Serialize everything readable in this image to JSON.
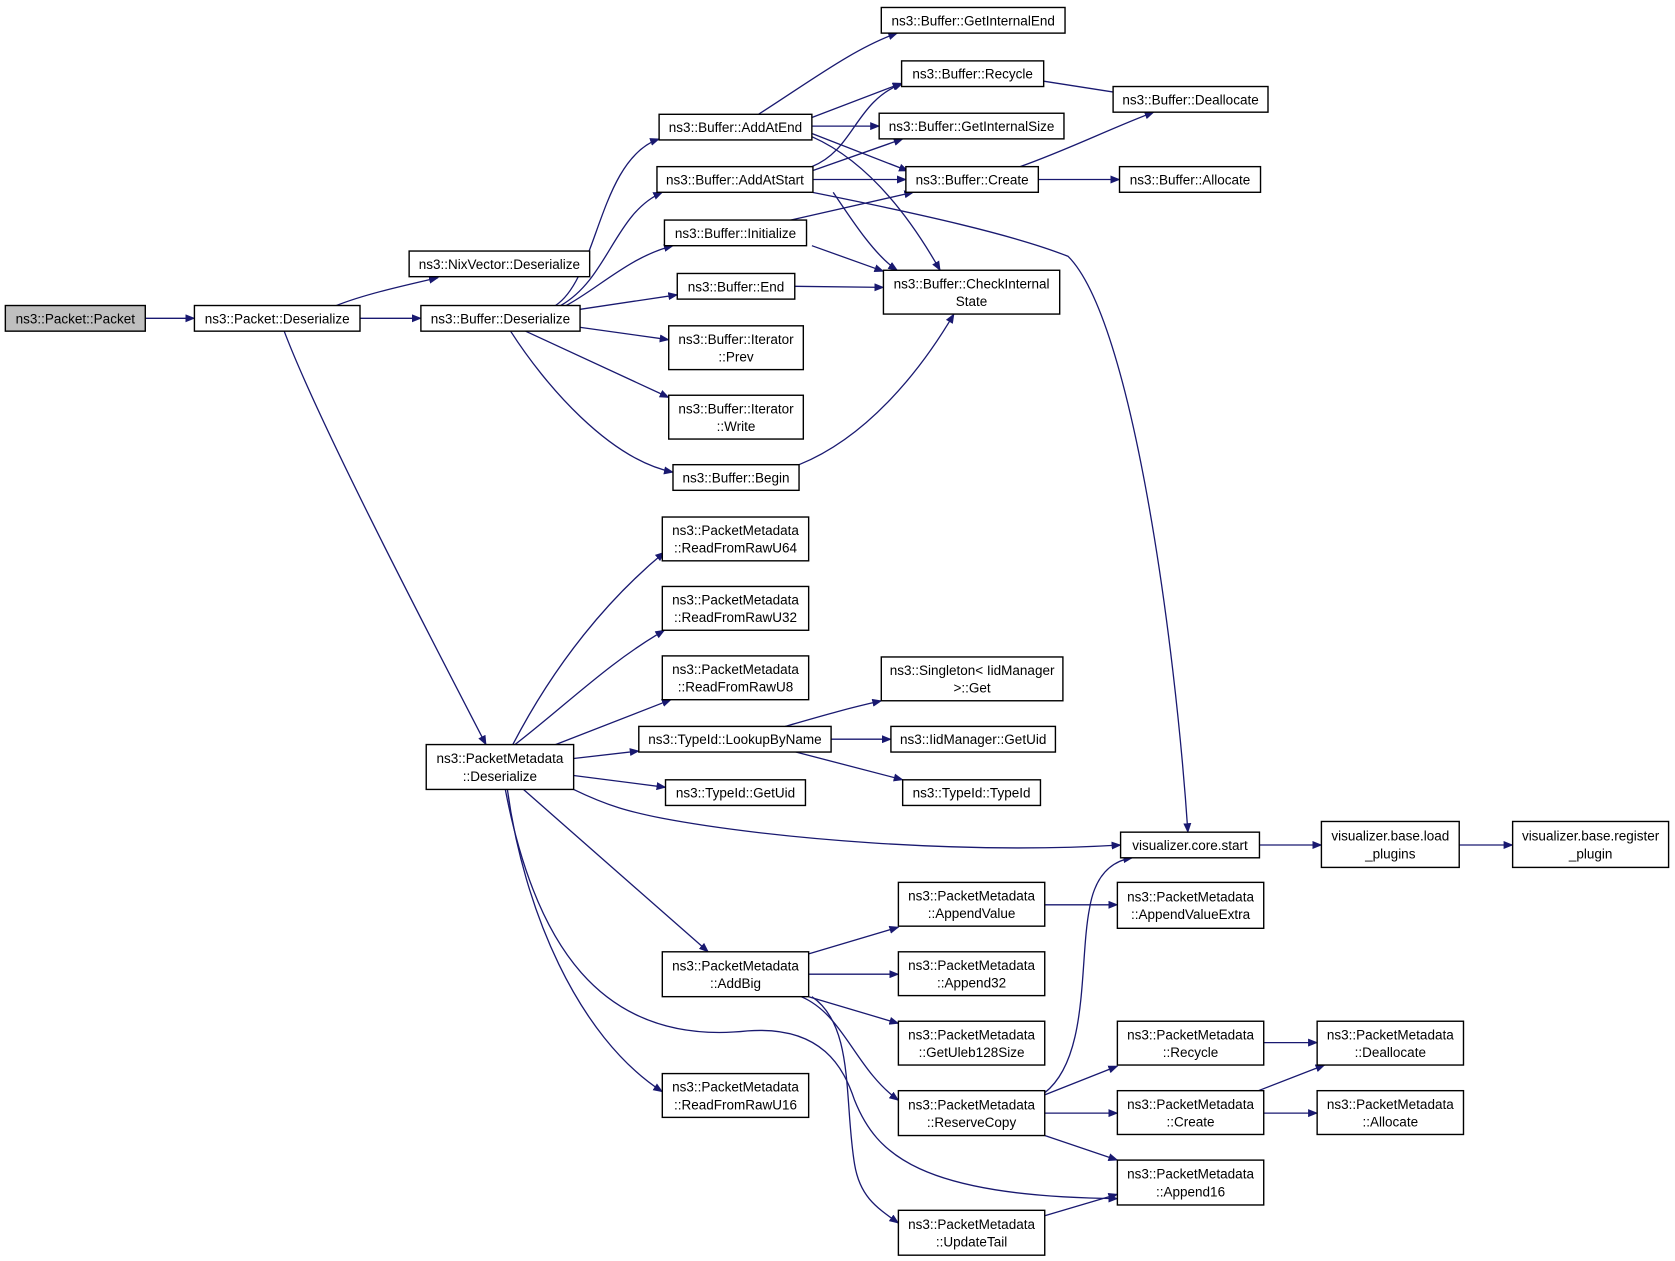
{
  "diagram": {
    "colors": {
      "edge": "#191970",
      "node_border": "#000000",
      "node_fill": "#ffffff",
      "root_fill": "#bfbfbf"
    },
    "nodes": [
      {
        "id": "packet",
        "lines": [
          "ns3::Packet::Packet"
        ],
        "root": true
      },
      {
        "id": "pkt_deser",
        "lines": [
          "ns3::Packet::Deserialize"
        ]
      },
      {
        "id": "nix_deser",
        "lines": [
          "ns3::NixVector::Deserialize"
        ]
      },
      {
        "id": "buf_deser",
        "lines": [
          "ns3::Buffer::Deserialize"
        ]
      },
      {
        "id": "buf_addatend",
        "lines": [
          "ns3::Buffer::AddAtEnd"
        ]
      },
      {
        "id": "buf_addatstart",
        "lines": [
          "ns3::Buffer::AddAtStart"
        ]
      },
      {
        "id": "buf_init",
        "lines": [
          "ns3::Buffer::Initialize"
        ]
      },
      {
        "id": "buf_end",
        "lines": [
          "ns3::Buffer::End"
        ]
      },
      {
        "id": "it_prev",
        "lines": [
          "ns3::Buffer::Iterator",
          "::Prev"
        ]
      },
      {
        "id": "it_write",
        "lines": [
          "ns3::Buffer::Iterator",
          "::Write"
        ]
      },
      {
        "id": "buf_begin",
        "lines": [
          "ns3::Buffer::Begin"
        ]
      },
      {
        "id": "buf_getintend",
        "lines": [
          "ns3::Buffer::GetInternalEnd"
        ]
      },
      {
        "id": "buf_recycle",
        "lines": [
          "ns3::Buffer::Recycle"
        ]
      },
      {
        "id": "buf_getintsize",
        "lines": [
          "ns3::Buffer::GetInternalSize"
        ]
      },
      {
        "id": "buf_create",
        "lines": [
          "ns3::Buffer::Create"
        ]
      },
      {
        "id": "buf_checkint",
        "lines": [
          "ns3::Buffer::CheckInternal",
          "State"
        ]
      },
      {
        "id": "buf_dealloc",
        "lines": [
          "ns3::Buffer::Deallocate"
        ]
      },
      {
        "id": "buf_alloc",
        "lines": [
          "ns3::Buffer::Allocate"
        ]
      },
      {
        "id": "pm_deser",
        "lines": [
          "ns3::PacketMetadata",
          "::Deserialize"
        ]
      },
      {
        "id": "pm_rr64",
        "lines": [
          "ns3::PacketMetadata",
          "::ReadFromRawU64"
        ]
      },
      {
        "id": "pm_rr32",
        "lines": [
          "ns3::PacketMetadata",
          "::ReadFromRawU32"
        ]
      },
      {
        "id": "pm_rr8",
        "lines": [
          "ns3::PacketMetadata",
          "::ReadFromRawU8"
        ]
      },
      {
        "id": "tid_lookup",
        "lines": [
          "ns3::TypeId::LookupByName"
        ]
      },
      {
        "id": "tid_getuid",
        "lines": [
          "ns3::TypeId::GetUid"
        ]
      },
      {
        "id": "singleton_get",
        "lines": [
          "ns3::Singleton< IidManager",
          ">::Get"
        ]
      },
      {
        "id": "iid_getuid",
        "lines": [
          "ns3::IidManager::GetUid"
        ]
      },
      {
        "id": "tid_typeid",
        "lines": [
          "ns3::TypeId::TypeId"
        ]
      },
      {
        "id": "vis_start",
        "lines": [
          "visualizer.core.start"
        ]
      },
      {
        "id": "vis_load",
        "lines": [
          "visualizer.base.load",
          "_plugins"
        ]
      },
      {
        "id": "vis_register",
        "lines": [
          "visualizer.base.register",
          "_plugin"
        ]
      },
      {
        "id": "pm_appendvalue",
        "lines": [
          "ns3::PacketMetadata",
          "::AppendValue"
        ]
      },
      {
        "id": "pm_appendvalueextra",
        "lines": [
          "ns3::PacketMetadata",
          "::AppendValueExtra"
        ]
      },
      {
        "id": "pm_addbig",
        "lines": [
          "ns3::PacketMetadata",
          "::AddBig"
        ]
      },
      {
        "id": "pm_append32",
        "lines": [
          "ns3::PacketMetadata",
          "::Append32"
        ]
      },
      {
        "id": "pm_getuleb",
        "lines": [
          "ns3::PacketMetadata",
          "::GetUleb128Size"
        ]
      },
      {
        "id": "pm_rr16",
        "lines": [
          "ns3::PacketMetadata",
          "::ReadFromRawU16"
        ]
      },
      {
        "id": "pm_reservecopy",
        "lines": [
          "ns3::PacketMetadata",
          "::ReserveCopy"
        ]
      },
      {
        "id": "pm_recycle",
        "lines": [
          "ns3::PacketMetadata",
          "::Recycle"
        ]
      },
      {
        "id": "pm_create",
        "lines": [
          "ns3::PacketMetadata",
          "::Create"
        ]
      },
      {
        "id": "pm_dealloc",
        "lines": [
          "ns3::PacketMetadata",
          "::Deallocate"
        ]
      },
      {
        "id": "pm_alloc",
        "lines": [
          "ns3::PacketMetadata",
          "::Allocate"
        ]
      },
      {
        "id": "pm_append16",
        "lines": [
          "ns3::PacketMetadata",
          "::Append16"
        ]
      },
      {
        "id": "pm_updatetail",
        "lines": [
          "ns3::PacketMetadata",
          "::UpdateTail"
        ]
      }
    ],
    "edges": [
      {
        "from": "packet",
        "to": "pkt_deser"
      },
      {
        "from": "pkt_deser",
        "to": "nix_deser"
      },
      {
        "from": "pkt_deser",
        "to": "buf_deser"
      },
      {
        "from": "pkt_deser",
        "to": "pm_deser"
      },
      {
        "from": "buf_deser",
        "to": "buf_addatend"
      },
      {
        "from": "buf_deser",
        "to": "buf_addatstart"
      },
      {
        "from": "buf_deser",
        "to": "buf_init"
      },
      {
        "from": "buf_deser",
        "to": "buf_end"
      },
      {
        "from": "buf_deser",
        "to": "it_prev"
      },
      {
        "from": "buf_deser",
        "to": "it_write"
      },
      {
        "from": "buf_deser",
        "to": "buf_begin"
      },
      {
        "from": "buf_addatend",
        "to": "buf_getintend"
      },
      {
        "from": "buf_addatend",
        "to": "buf_recycle"
      },
      {
        "from": "buf_addatend",
        "to": "buf_getintsize"
      },
      {
        "from": "buf_addatend",
        "to": "buf_create"
      },
      {
        "from": "buf_addatend",
        "to": "buf_checkint"
      },
      {
        "from": "buf_addatstart",
        "to": "buf_recycle"
      },
      {
        "from": "buf_addatstart",
        "to": "buf_getintsize"
      },
      {
        "from": "buf_addatstart",
        "to": "buf_create"
      },
      {
        "from": "buf_addatstart",
        "to": "buf_checkint"
      },
      {
        "from": "buf_addatstart",
        "to": "vis_start"
      },
      {
        "from": "buf_init",
        "to": "buf_create"
      },
      {
        "from": "buf_init",
        "to": "buf_checkint"
      },
      {
        "from": "buf_end",
        "to": "buf_checkint"
      },
      {
        "from": "buf_begin",
        "to": "buf_checkint"
      },
      {
        "from": "buf_recycle",
        "to": "buf_dealloc"
      },
      {
        "from": "buf_create",
        "to": "buf_dealloc"
      },
      {
        "from": "buf_create",
        "to": "buf_alloc"
      },
      {
        "from": "pm_deser",
        "to": "pm_rr64"
      },
      {
        "from": "pm_deser",
        "to": "pm_rr32"
      },
      {
        "from": "pm_deser",
        "to": "pm_rr8"
      },
      {
        "from": "pm_deser",
        "to": "tid_lookup"
      },
      {
        "from": "pm_deser",
        "to": "tid_getuid"
      },
      {
        "from": "pm_deser",
        "to": "vis_start"
      },
      {
        "from": "pm_deser",
        "to": "pm_addbig"
      },
      {
        "from": "pm_deser",
        "to": "pm_rr16"
      },
      {
        "from": "pm_deser",
        "to": "pm_append16"
      },
      {
        "from": "tid_lookup",
        "to": "singleton_get"
      },
      {
        "from": "tid_lookup",
        "to": "iid_getuid"
      },
      {
        "from": "tid_lookup",
        "to": "tid_typeid"
      },
      {
        "from": "vis_start",
        "to": "vis_load"
      },
      {
        "from": "vis_load",
        "to": "vis_register"
      },
      {
        "from": "pm_appendvalue",
        "to": "pm_appendvalueextra"
      },
      {
        "from": "pm_addbig",
        "to": "pm_appendvalue"
      },
      {
        "from": "pm_addbig",
        "to": "pm_append32"
      },
      {
        "from": "pm_addbig",
        "to": "pm_getuleb"
      },
      {
        "from": "pm_addbig",
        "to": "pm_reservecopy"
      },
      {
        "from": "pm_addbig",
        "to": "pm_updatetail"
      },
      {
        "from": "pm_reservecopy",
        "to": "vis_start"
      },
      {
        "from": "pm_reservecopy",
        "to": "pm_recycle"
      },
      {
        "from": "pm_reservecopy",
        "to": "pm_create"
      },
      {
        "from": "pm_reservecopy",
        "to": "pm_append16"
      },
      {
        "from": "pm_recycle",
        "to": "pm_dealloc"
      },
      {
        "from": "pm_create",
        "to": "pm_dealloc"
      },
      {
        "from": "pm_create",
        "to": "pm_alloc"
      },
      {
        "from": "pm_updatetail",
        "to": "pm_append16"
      }
    ]
  }
}
